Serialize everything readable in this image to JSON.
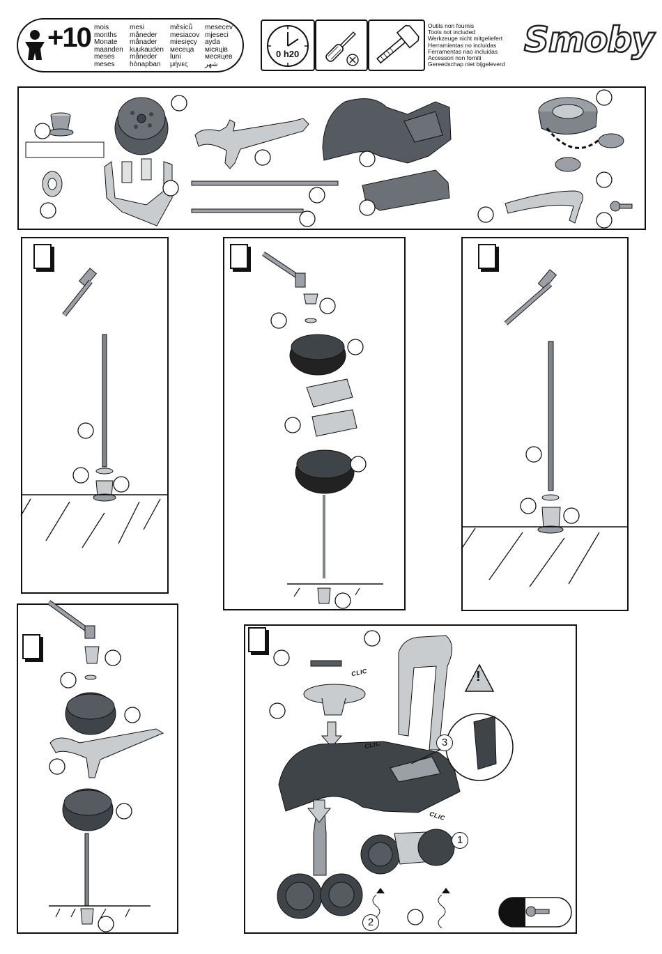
{
  "header": {
    "age": "+10",
    "age_units": [
      [
        "mois",
        "mesi",
        "měsíců",
        "mesecev"
      ],
      [
        "months",
        "måneder",
        "mesiacov",
        "mjeseci"
      ],
      [
        "Monate",
        "månader",
        "miesięcy",
        "ayda"
      ],
      [
        "maanden",
        "kuukauden",
        "месеца",
        "місяців"
      ],
      [
        "meses",
        "måneder",
        "luni",
        "месяцев"
      ],
      [
        "meses",
        "hónapban",
        "μήνες",
        "شهر"
      ]
    ],
    "assembly_time": "0 h20",
    "tools_not_included": [
      "Outils non fournis",
      "Tools not included",
      "Werkzeuge nicht mitgeliefert",
      "Herramientas no incluidas",
      "Ferramentas nao incluidas",
      "Accessori non forniti",
      "Gereedschap niet bijgeleverd"
    ],
    "brand": "Smoby"
  },
  "icons": [
    "child-icon",
    "clock-icon",
    "screwdriver-icon",
    "hammer-icon",
    "warning-icon",
    "screw-icon"
  ],
  "step5": {
    "clic_labels": [
      "CLIC",
      "CLIC",
      "CLIC"
    ],
    "sequence_numbers": [
      "1",
      "2",
      "3"
    ],
    "warning_symbol": "!"
  },
  "colors": {
    "ink": "#111111",
    "part_fill": "#555b60",
    "part_light": "#c9cccf",
    "paper": "#ffffff"
  }
}
